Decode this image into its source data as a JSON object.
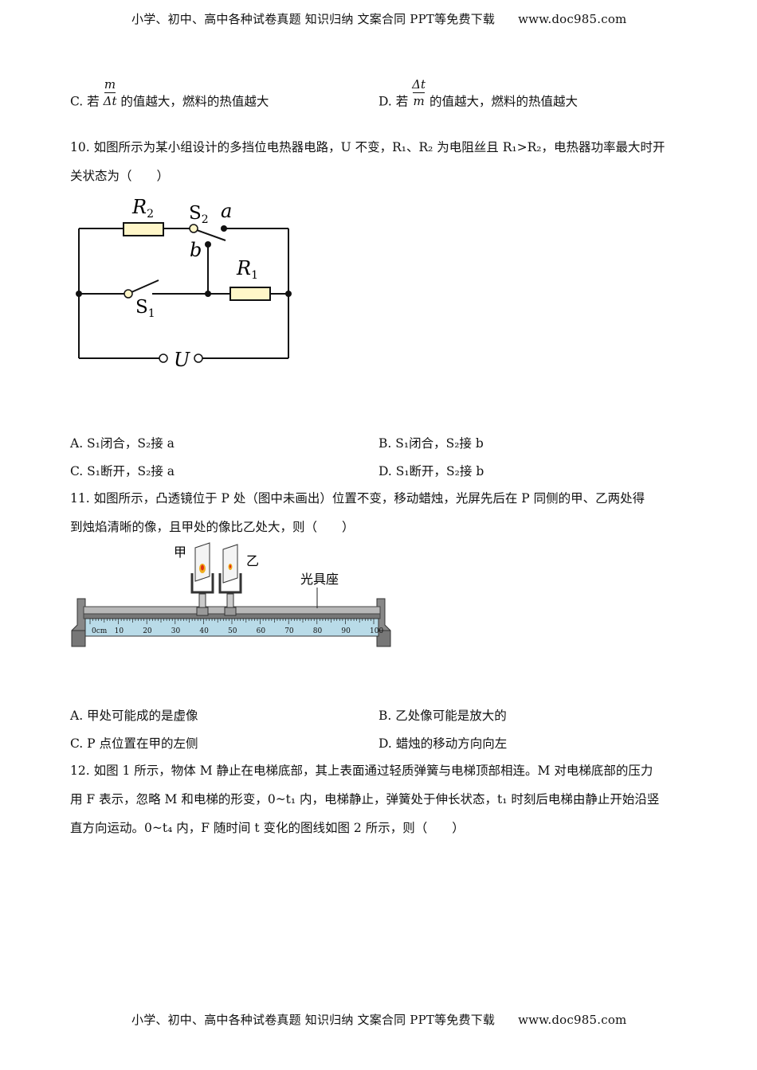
{
  "header": {
    "text": "小学、初中、高中各种试卷真题  知识归纳  文案合同  PPT等免费下载",
    "site": "www.doc985.com"
  },
  "footer": {
    "text": "小学、初中、高中各种试卷真题  知识归纳  文案合同  PPT等免费下载",
    "site": "www.doc985.com"
  },
  "q9": {
    "c_label": "C. 若",
    "c_num": "m",
    "c_den": "Δt",
    "c_tail": "的值越大，燃料的热值越大",
    "d_label": "D. 若",
    "d_num": "Δt",
    "d_den": "m",
    "d_tail": "的值越大，燃料的热值越大"
  },
  "q10": {
    "line1": "10. 如图所示为某小组设计的多挡位电热器电路，U 不变，R₁、R₂ 为电阻丝且 R₁>R₂，电热器功率最大时开",
    "line2": "关状态为（　　）",
    "figure": {
      "r2": "R",
      "r2_sub": "2",
      "s2": "S",
      "s2_sub": "2",
      "a": "a",
      "b": "b",
      "r1": "R",
      "r1_sub": "1",
      "s1": "S",
      "s1_sub": "1",
      "u": "U"
    },
    "options": {
      "A": "A. S₁闭合，S₂接 a",
      "B": "B. S₁闭合，S₂接 b",
      "C": "C. S₁断开，S₂接 a",
      "D": "D. S₁断开，S₂接 b"
    }
  },
  "q11": {
    "line1": "11. 如图所示，凸透镜位于 P 处（图中未画出）位置不变，移动蜡烛，光屏先后在 P 同侧的甲、乙两处得",
    "line2": "到烛焰清晰的像，且甲处的像比乙处大，则（　　）",
    "figure": {
      "jia": "甲",
      "yi": "乙",
      "bench": "光具座",
      "ticks": [
        "0cm",
        "10",
        "20",
        "30",
        "40",
        "50",
        "60",
        "70",
        "80",
        "90",
        "100"
      ]
    },
    "options": {
      "A": "A. 甲处可能成的是虚像",
      "B": "B. 乙处像可能是放大的",
      "C": "C. P 点位置在甲的左侧",
      "D": "D. 蜡烛的移动方向向左"
    }
  },
  "q12": {
    "line1": "12. 如图 1 所示，物体 M 静止在电梯底部，其上表面通过轻质弹簧与电梯顶部相连。M 对电梯底部的压力",
    "line2": "用 F 表示，忽略 M 和电梯的形变，0~t₁ 内，电梯静止，弹簧处于伸长状态，t₁ 时刻后电梯由静止开始沿竖",
    "line3": "直方向运动。0~t₄ 内，F 随时间 t 变化的图线如图 2 所示，则（　　）"
  }
}
